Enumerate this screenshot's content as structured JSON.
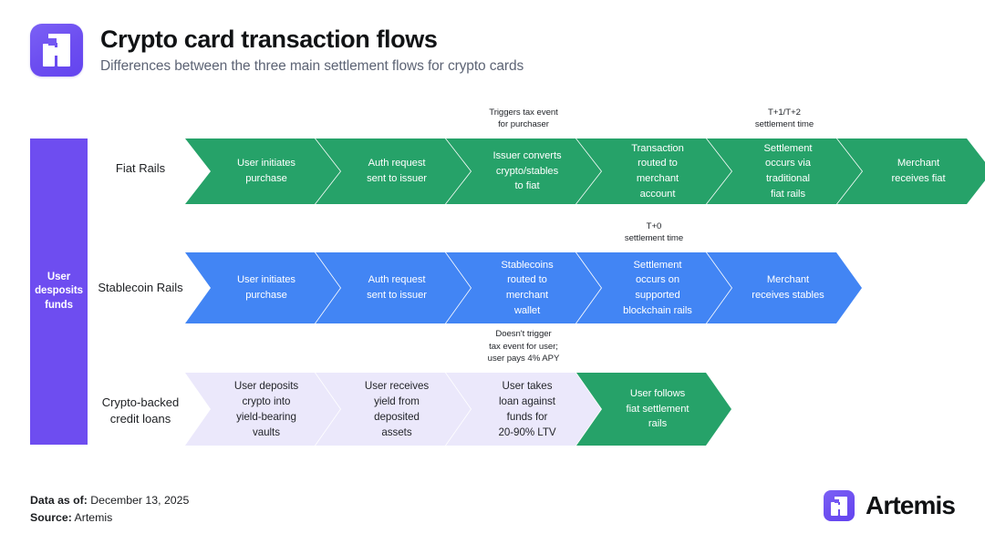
{
  "header": {
    "logo_icon": "artemis-logo-icon",
    "title": "Crypto card transaction flows",
    "subtitle": "Differences between the three main settlement flows for crypto cards"
  },
  "rail": {
    "label": "User\ndesposits\nfunds"
  },
  "colors": {
    "purple": "#6e4df0",
    "green": "#26A269",
    "blue": "#4285F4",
    "lavender": "#EBE8FB",
    "title_text": "#111315",
    "subtitle_text": "#5d6475"
  },
  "flows": [
    {
      "label": "Fiat Rails",
      "style": "green",
      "steps": [
        {
          "text": "User initiates\npurchase",
          "annotation": ""
        },
        {
          "text": "Auth request\nsent to issuer",
          "annotation": ""
        },
        {
          "text": "Issuer converts\ncrypto/stables\nto fiat",
          "annotation": "Triggers tax event\nfor purchaser"
        },
        {
          "text": "Transaction\nrouted to\nmerchant\naccount",
          "annotation": ""
        },
        {
          "text": "Settlement\noccurs via\ntraditional\nfiat rails",
          "annotation": "T+1/T+2\nsettlement time"
        },
        {
          "text": "Merchant\nreceives fiat",
          "annotation": ""
        }
      ]
    },
    {
      "label": "Stablecoin Rails",
      "style": "blue",
      "steps": [
        {
          "text": "User initiates\npurchase",
          "annotation": ""
        },
        {
          "text": "Auth request\nsent to issuer",
          "annotation": ""
        },
        {
          "text": "Stablecoins\nrouted to\nmerchant\nwallet",
          "annotation": ""
        },
        {
          "text": "Settlement\noccurs on\nsupported\nblockchain rails",
          "annotation": "T+0\nsettlement time"
        },
        {
          "text": "Merchant\nreceives stables",
          "annotation": ""
        }
      ]
    },
    {
      "label": "Crypto-backed\ncredit loans",
      "style": "lavender",
      "steps": [
        {
          "text": "User deposits\ncrypto into\nyield-bearing\nvaults",
          "annotation": ""
        },
        {
          "text": "User receives\nyield from\ndeposited\nassets",
          "annotation": ""
        },
        {
          "text": "User takes\nloan against\nfunds for\n20-90% LTV",
          "annotation": "Doesn't trigger\ntax event for user;\nuser pays 4% APY"
        },
        {
          "text": "User follows\nfiat settlement\nrails",
          "annotation": "",
          "style": "green"
        }
      ]
    }
  ],
  "footer": {
    "data_as_of_label": "Data as of:",
    "data_as_of_value": "December 13, 2025",
    "source_label": "Source:",
    "source_value": "Artemis",
    "brand_name": "Artemis",
    "brand_icon": "artemis-logo-icon"
  }
}
